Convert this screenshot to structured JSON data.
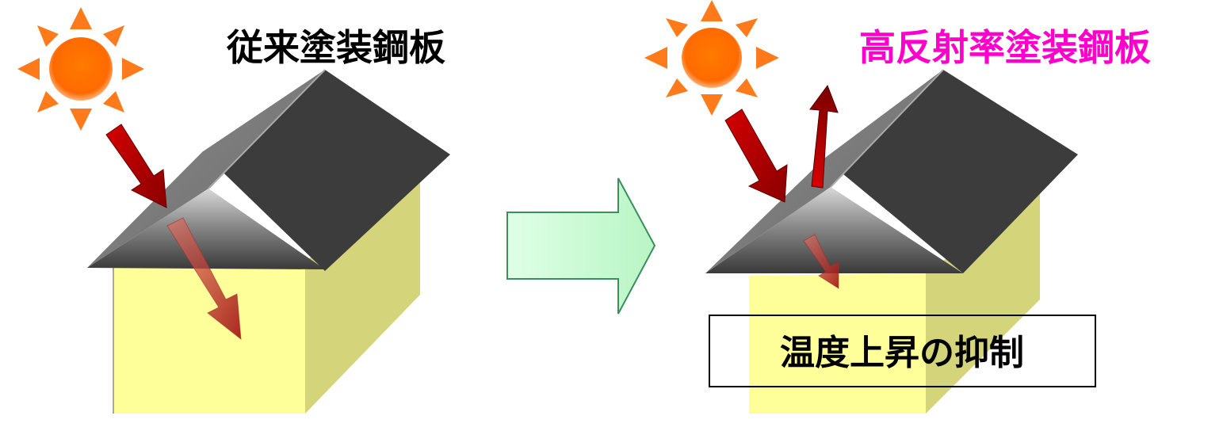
{
  "left_panel": {
    "title": "従来塗装鋼板"
  },
  "right_panel": {
    "title": "高反射率塗装鋼板",
    "caption": "温度上昇の抑制"
  },
  "colors": {
    "sun": "#ff6a00",
    "sun_ray": "#ff7a1a",
    "wall_front": "#ffff99",
    "wall_side": "#d4d47a",
    "roof_dark": "#3c3c3c",
    "roof_front": "#7a7a7a",
    "arrow_red": "#b00000",
    "transition_arrow": "#c8ffc8",
    "right_title_color": "#ff00cc",
    "left_title_color": "#000000"
  },
  "icons": {
    "sun": "sun-icon",
    "incoming_ray": "arrow-down-right-icon",
    "reflected_ray": "arrow-up-icon",
    "transition": "arrow-right-icon"
  }
}
